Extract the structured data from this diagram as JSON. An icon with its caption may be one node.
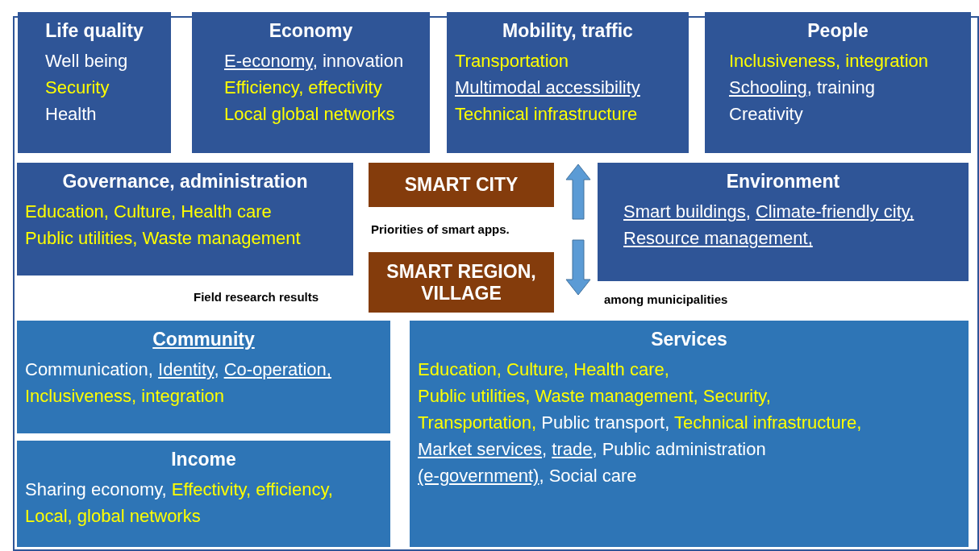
{
  "diagram": {
    "nodes": [
      {
        "text": [
          "Life quality",
          "Well being",
          "Security",
          "Health"
        ]
      },
      {
        "text": [
          "Economy",
          "E-economy, innovation",
          "Efficiency, effectivity",
          "Local global networks"
        ]
      },
      {
        "text": [
          "Mobility, traffic",
          "Transportation",
          "Multimodal accessibility",
          "Technical infrastructure"
        ]
      },
      {
        "text": [
          "People",
          "Inclusiveness, integration",
          "Schooling, training",
          "Creativity"
        ]
      },
      {
        "text": [
          "Governance, administration",
          "Education, Culture, Health care",
          "Public utilities, Waste management"
        ]
      },
      {
        "text": [
          "SMART CITY"
        ]
      },
      {
        "text": [
          "Environment",
          "Smart buildings, Climate-friendly city,",
          "Resource management,"
        ]
      },
      {
        "text": [
          "SMART REGION, VILLAGE"
        ]
      },
      {
        "text": [
          "Community",
          "Communication, Identity, Co-operation,",
          "Inclusiveness, integration"
        ]
      },
      {
        "text": [
          "Income",
          "Sharing economy, Effectivity, efficiency,",
          "Local, global networks"
        ]
      },
      {
        "text": [
          "Services",
          "Education, Culture, Health care,",
          "Public utilities, Waste management, Security,",
          "Transportation, Public transport, Technical infrastructure,",
          "Market services, trade, Public administration",
          "(e-government), Social care"
        ]
      }
    ],
    "edges": [
      {
        "from": 7,
        "to": 5,
        "arrow": "to"
      },
      {
        "from": 5,
        "to": 7,
        "arrow": "to"
      }
    ],
    "labels": [
      "Priorities of smart apps.",
      "Field research results",
      "among municipalities"
    ]
  }
}
